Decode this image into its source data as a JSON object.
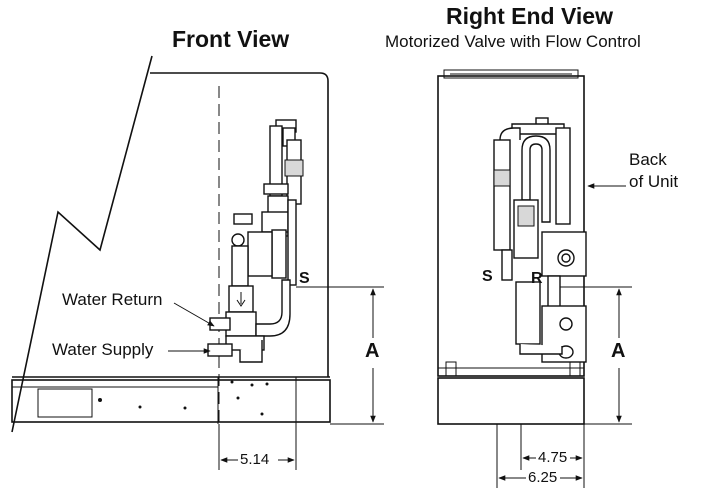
{
  "front_view": {
    "title": "Front View",
    "callouts": {
      "water_return": "Water Return",
      "water_supply": "Water Supply",
      "supply_marker": "S",
      "height_label": "A",
      "width_dimension": "5.14"
    }
  },
  "right_end_view": {
    "title": "Right End View",
    "subtitle": "Motorized Valve with Flow Control",
    "callouts": {
      "back_of_unit_line1": "Back",
      "back_of_unit_line2": "of Unit",
      "supply_marker": "S",
      "return_marker": "R",
      "height_label": "A",
      "dimension_inner": "4.75",
      "dimension_outer": "6.25"
    }
  }
}
